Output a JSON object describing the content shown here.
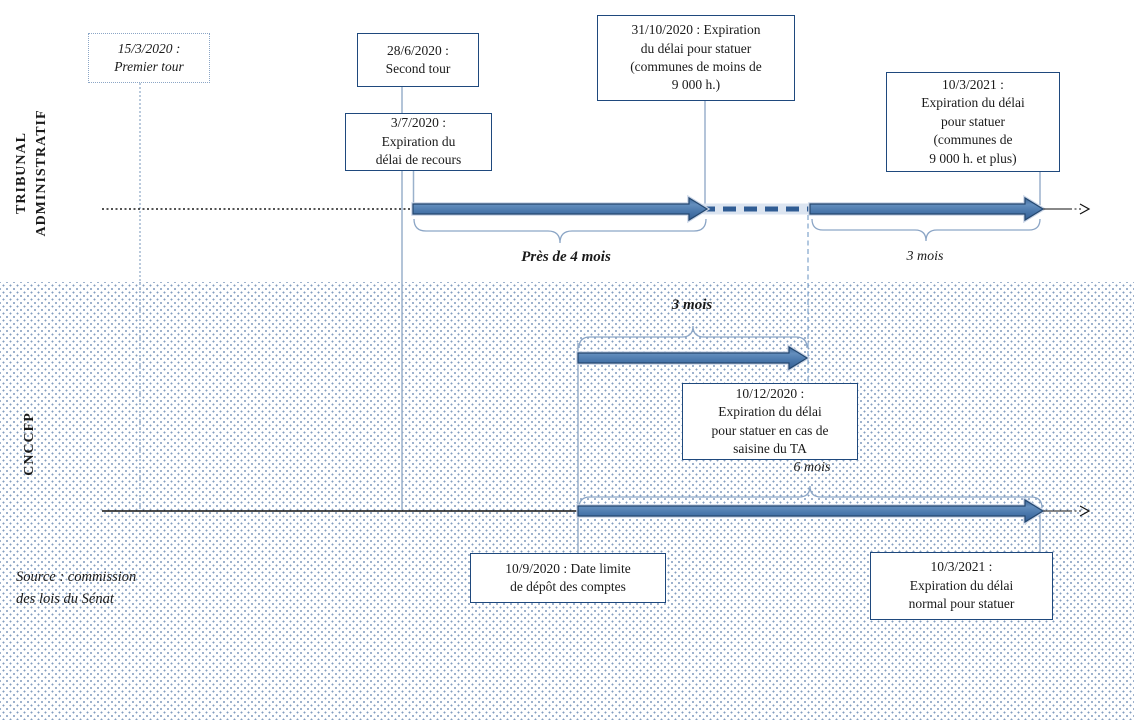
{
  "sections": {
    "tribunal_label": "TRIBUNAL\nADMINISTRATIF",
    "cnccfp_label": "CNCCFP"
  },
  "events": {
    "premier_tour": "15/3/2020 :\nPremier tour",
    "second_tour": "28/6/2020 :\nSecond tour",
    "expiration_recours": "3/7/2020 :\nExpiration du\ndélai de recours",
    "expiration_statuer_moins_9000": "31/10/2020 : Expiration\ndu délai pour statuer\n(communes de moins de\n9 000 h.)",
    "expiration_statuer_9000_plus": "10/3/2021 :\nExpiration du délai\npour statuer\n(communes de\n9 000 h. et plus)",
    "expiration_saisine_ta": "10/12/2020 :\nExpiration du délai\npour statuer en cas de\nsaisine du TA",
    "depot_comptes": "10/9/2020 : Date limite\nde dépôt des comptes",
    "expiration_normal": "10/3/2021 :\nExpiration du délai\nnormal pour statuer"
  },
  "durations": {
    "pres_de_4_mois": "Près de 4 mois",
    "trois_mois_ta": "3 mois",
    "trois_mois_cnccfp": "3 mois",
    "six_mois": "6 mois"
  },
  "source": "Source : commission\ndes lois du Sénat",
  "colors": {
    "box_border": "#1F497D",
    "arrow_fill_mid": "#4679AE",
    "arrow_border": "#24476F",
    "connector": "#8CA6C6",
    "dashed_band_bg": "#DCE5F1",
    "dash_stroke": "#2F5C94",
    "dot_pattern": "#5A7CAA"
  }
}
